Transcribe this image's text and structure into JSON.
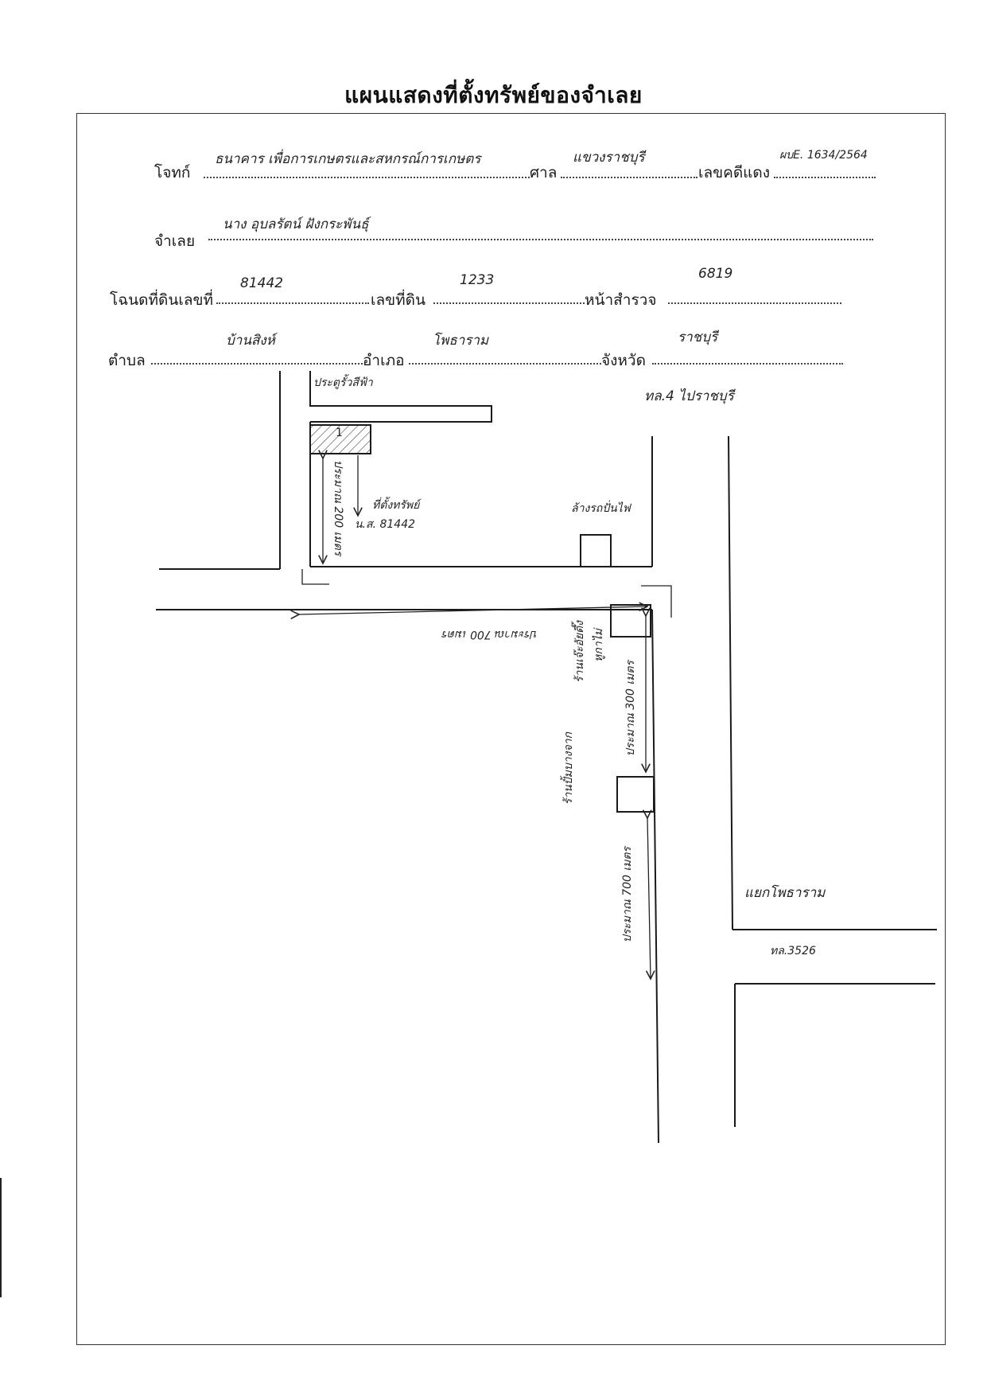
{
  "title": "แผนแสดงที่ตั้งทรัพย์ของจำเลย",
  "form": {
    "plaintiff_label": "โจทก์",
    "plaintiff_value": "ธนาคาร เพื่อการเกษตรและสหกรณ์การเกษตร",
    "court_label": "ศาล",
    "court_value": "แขวงราชบุรี",
    "red_case_label": "เลขคดีแดง",
    "red_case_value": "ผบE. 1634/2564",
    "defendant_label": "จำเลย",
    "defendant_value": "นาง อุบลรัตน์  ฝังกระพันธุ์",
    "deed_label": "โฉนดที่ดินเลขที่",
    "deed_value": "81442",
    "land_no_label": "เลขที่ดิน",
    "land_no_value": "1233",
    "survey_label": "หน้าสำรวจ",
    "survey_value": "6819",
    "subdistrict_label": "ตำบล",
    "subdistrict_value": "บ้านสิงห์",
    "district_label": "อำเภอ",
    "district_value": "โพธาราม",
    "province_label": "จังหวัด",
    "province_value": "ราชบุรี"
  },
  "map_labels": {
    "top_road": "ประตูรั้วสีฟ้า",
    "highway_top": "ทล.4 ไปราชบุรี",
    "plot_marker": "1",
    "property": "ที่ตั้งทรัพย์",
    "property_deed": "น.ส. 81442",
    "car_wash": "ล้างรถปั่นไฟ",
    "dist_vertical_1": "ประมาณ 200 เมตร",
    "dist_horizontal": "ประมาณ 700 เมตร",
    "shop": "ร้านเจ๊ะอัยดึ๊ง",
    "shop_sub": "หูกาไม่",
    "dist_vertical_2": "ประมาณ 300 เมตร",
    "landmark_2": "ร้านปั้มบางจาก",
    "dist_vertical_3": "ประมาณ 700 เมตร",
    "junction": "แยกโพธาราม",
    "highway_bottom": "ทล.3526"
  }
}
